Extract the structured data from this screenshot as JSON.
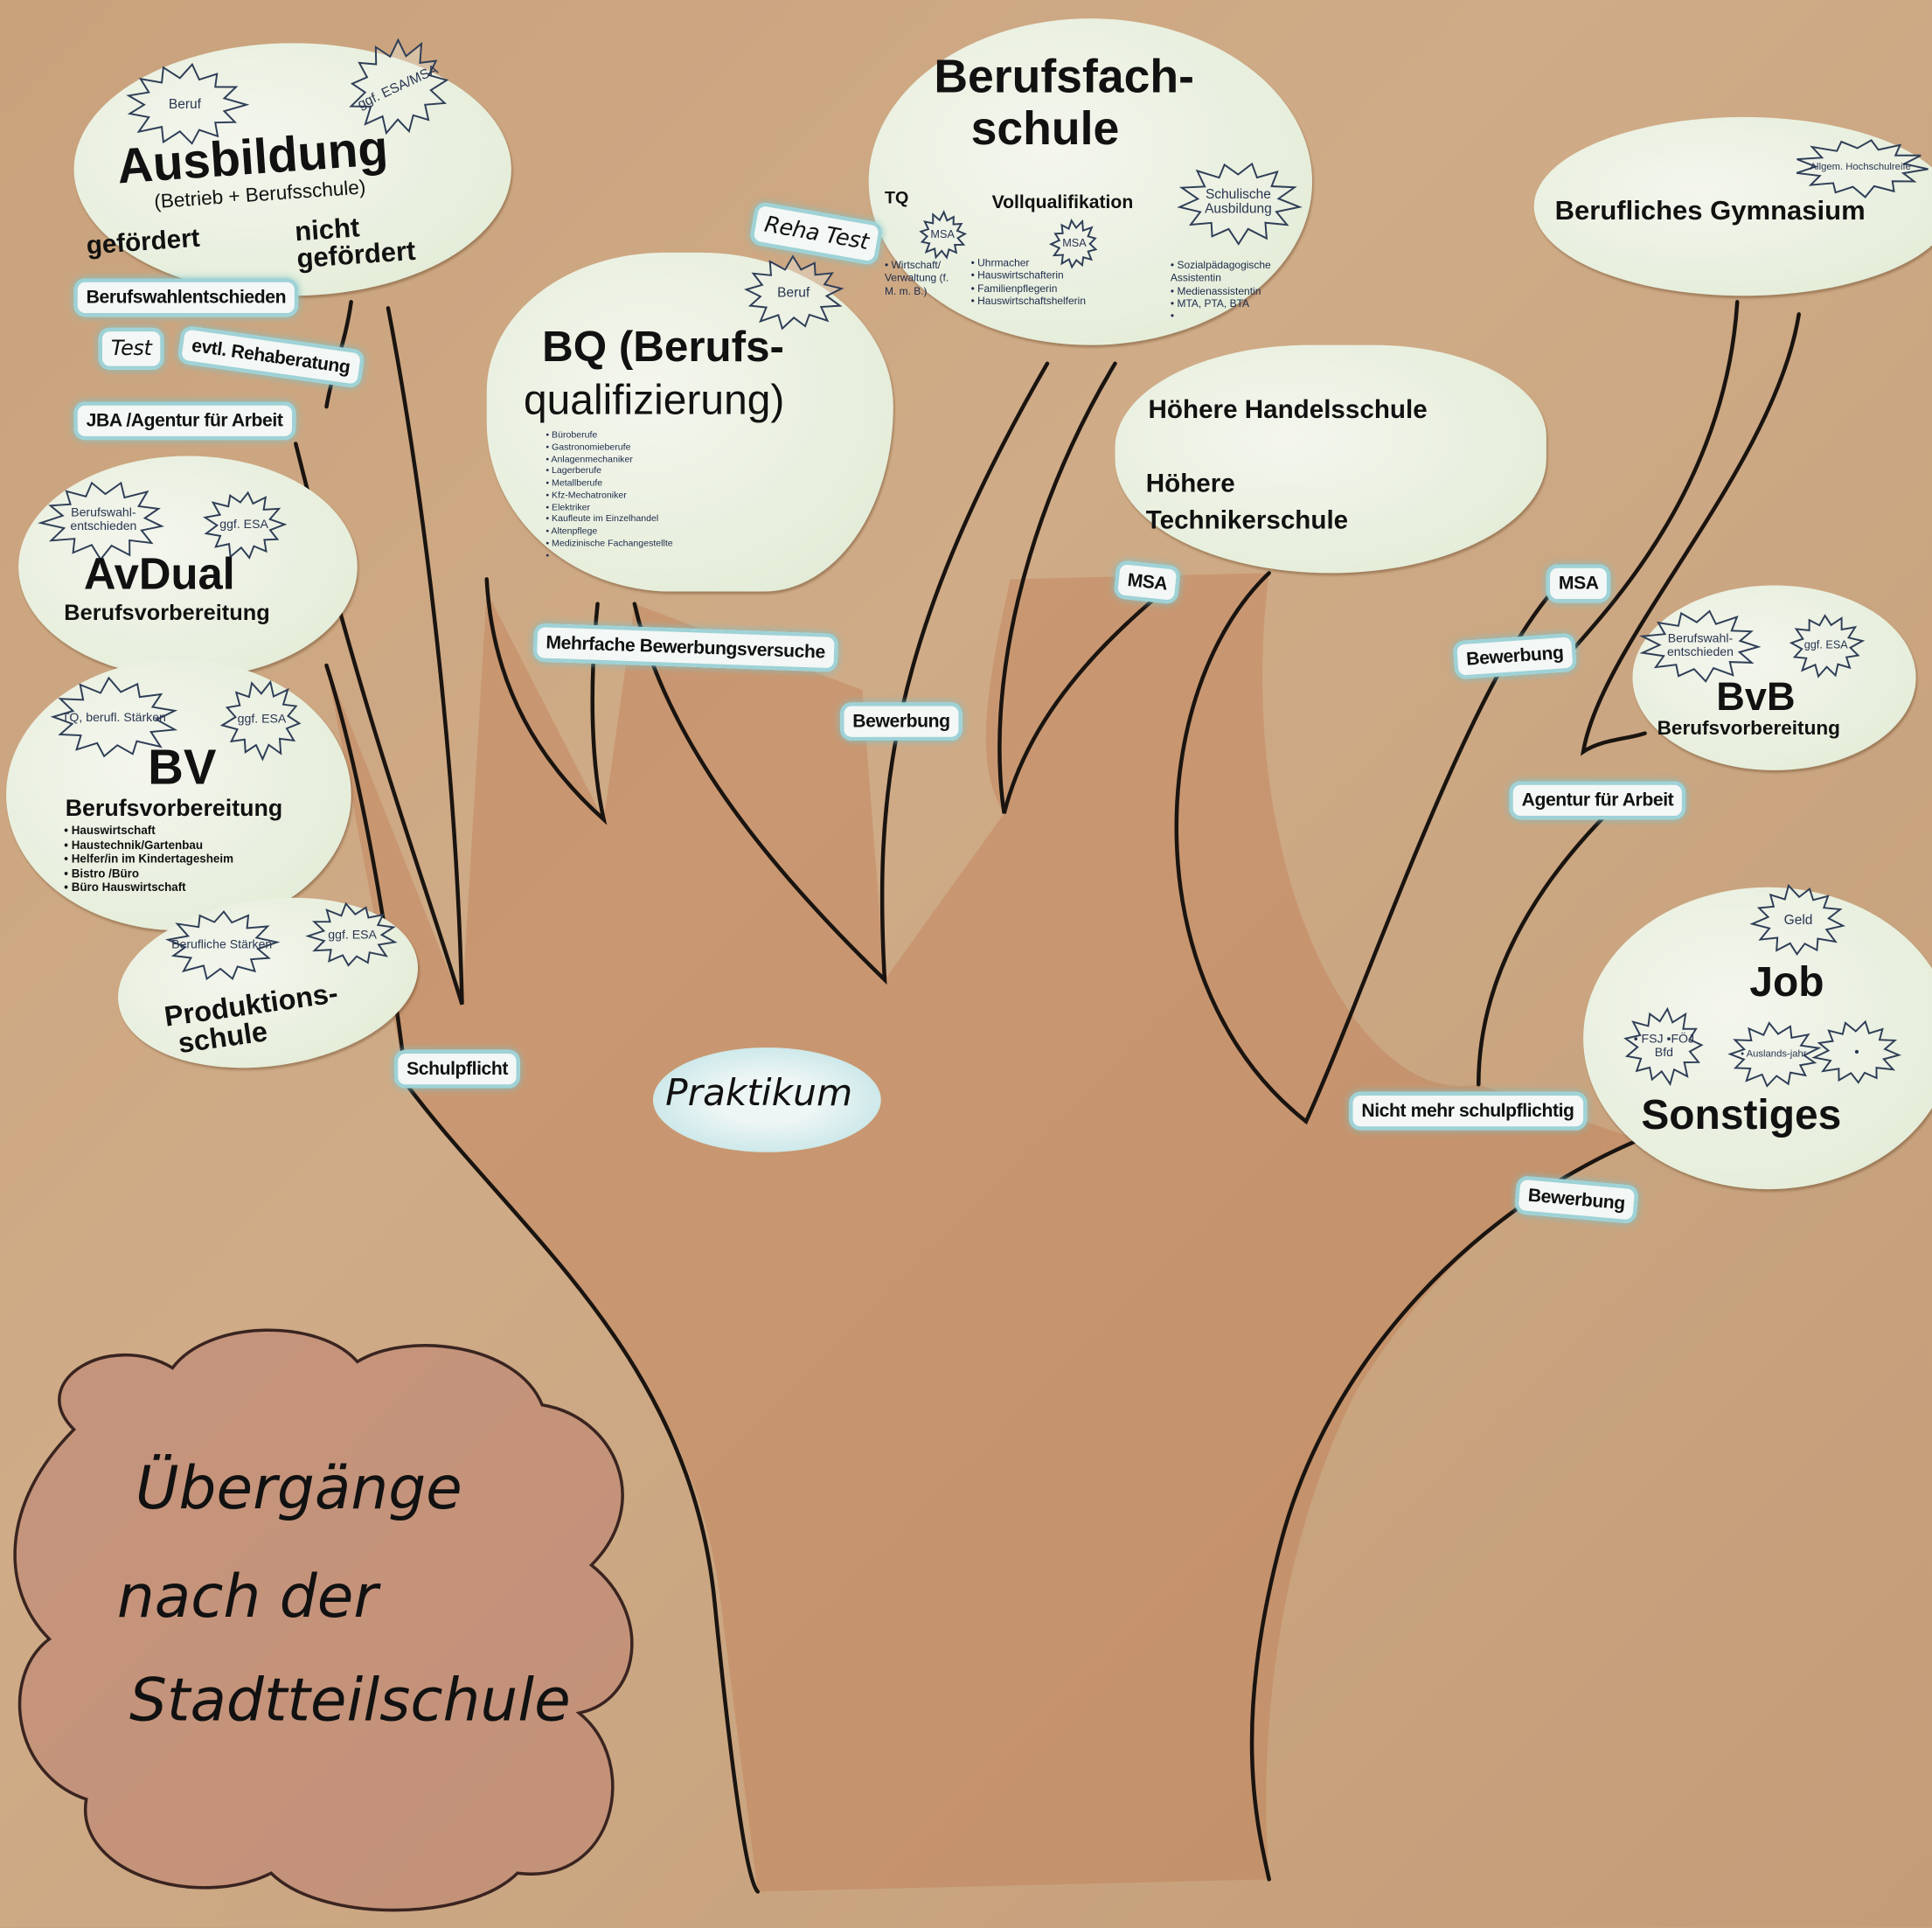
{
  "poster_title": [
    "Übergänge",
    "nach der",
    "Stadtteilschule"
  ],
  "nodes": {
    "ausbildung": {
      "title": "Ausbildung",
      "subtitle": "(Betrieb + Berufsschule)",
      "left": "gefördert",
      "right": [
        "nicht",
        "gefördert"
      ],
      "badges": [
        "Beruf",
        "ggf. ESA/MSA"
      ]
    },
    "berufsfachschule": {
      "title": [
        "Berufsfach-",
        "schule"
      ],
      "tq": "TQ",
      "voll": "Vollqualifikation",
      "badge": "Schulische Ausbildung",
      "msa": "MSA",
      "tq_list": [
        "Wirtschaft/ Verwaltung (f. M. m. B.)"
      ],
      "voll_list": [
        "Uhrmacher",
        "Hauswirtschafterin",
        "Familienpflegerin",
        "Hauswirtschaftshelferin"
      ],
      "schul_list": [
        "Sozialpädagogische Assistentin",
        "Medienassistentin",
        "MTA, PTA, BTA",
        ""
      ]
    },
    "gymnasium": {
      "title": "Berufliches Gymnasium",
      "badge": "Allgem. Hochschulreife"
    },
    "bq": {
      "title": [
        "BQ (Berufs-",
        "qualifizierung)"
      ],
      "badge": "Beruf",
      "list": [
        "Büroberufe",
        "Gastronomieberufe",
        "Anlagenmechaniker",
        "Lagerberufe",
        "Metallberufe",
        "Kfz-Mechatroniker",
        "Elektriker",
        "Kaufleute im Einzelhandel",
        "Altenpflege",
        "Medizinische Fachangestellte",
        ""
      ]
    },
    "hoehere": {
      "line1": "Höhere Handelsschule",
      "line2": "Höhere",
      "line3": "Technikerschule"
    },
    "avdual": {
      "title": "AvDual",
      "subtitle": "Berufsvorbereitung",
      "badges": [
        "Berufswahl-entschieden",
        "ggf. ESA"
      ]
    },
    "bv": {
      "title": "BV",
      "subtitle": "Berufsvorbereitung",
      "badges": [
        "TQ, berufl. Stärken",
        "ggf. ESA"
      ],
      "list": [
        "Hauswirtschaft",
        "Haustechnik/Gartenbau",
        "Helfer/in im Kindertagesheim",
        "Bistro /Büro",
        "Büro Hauswirtschaft"
      ]
    },
    "produktionsschule": {
      "title": [
        "Produktions-",
        "schule"
      ],
      "badges": [
        "Berufliche Stärken",
        "ggf. ESA"
      ]
    },
    "bvb": {
      "title": "BvB",
      "subtitle": "Berufsvorbereitung",
      "badges": [
        "Berufswahl-entschieden",
        "ggf. ESA"
      ]
    },
    "job": {
      "title": "Job",
      "title2": "Sonstiges",
      "badges": [
        "Geld",
        "• FSJ •FÖJ Bfd",
        "• Auslands-jahr",
        "•"
      ]
    },
    "praktikum": {
      "title": "Praktikum"
    }
  },
  "labels": {
    "berufswahl": "Berufswahlentschieden",
    "test": "Test",
    "reha": "evtl. Rehaberatung",
    "jba": "JBA /Agentur für Arbeit",
    "reha_test": "Reha Test",
    "mehrfache": "Mehrfache Bewerbungsversuche",
    "bewerbung1": "Bewerbung",
    "msa1": "MSA",
    "msa2": "MSA",
    "bewerbung2": "Bewerbung",
    "agentur": "Agentur für Arbeit",
    "schulpflicht": "Schulpflicht",
    "nicht_mehr": "Nicht mehr  schulpflichtig",
    "bewerbung3": "Bewerbung"
  }
}
